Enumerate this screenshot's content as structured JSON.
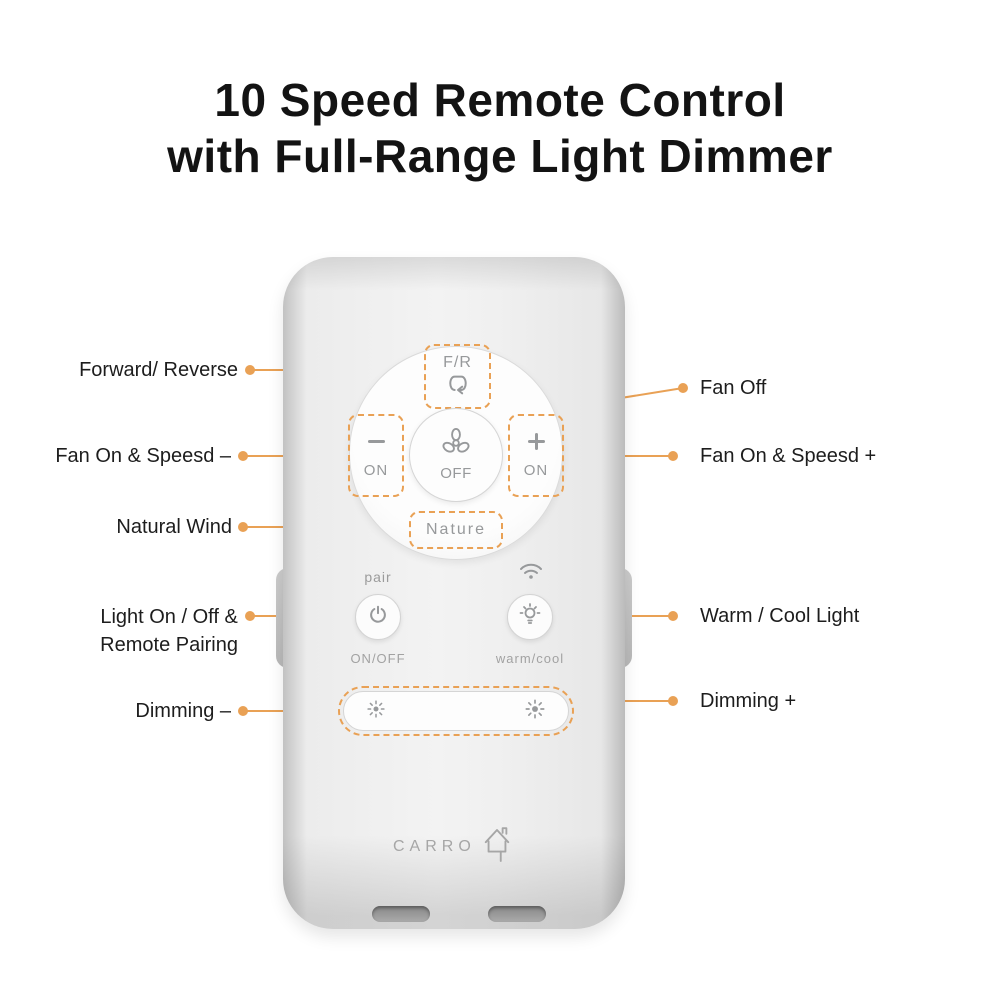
{
  "title": {
    "line1": "10 Speed Remote Control",
    "line2": "with Full-Range Light Dimmer"
  },
  "colors": {
    "accent": "#E9A155",
    "remote_text": "#97999B",
    "label_text": "#1D1D1D"
  },
  "callouts": {
    "forward_reverse": "Forward/ Reverse",
    "fan_off": "Fan Off",
    "fan_on_minus": "Fan On & Speesd –",
    "fan_on_plus": "Fan On & Speesd +",
    "natural_wind": "Natural Wind",
    "light_pair_line1": "Light On / Off &",
    "light_pair_line2": "Remote Pairing",
    "warm_cool": "Warm / Cool Light",
    "dimming_minus": "Dimming –",
    "dimming_plus": "Dimming +"
  },
  "remote": {
    "fr": "F/R",
    "off": "OFF",
    "on_minus": "ON",
    "on_plus": "ON",
    "nature": "Nature",
    "pair": "pair",
    "onoff": "ON/OFF",
    "warmcool": "warm/cool",
    "brand": "CARRO"
  }
}
